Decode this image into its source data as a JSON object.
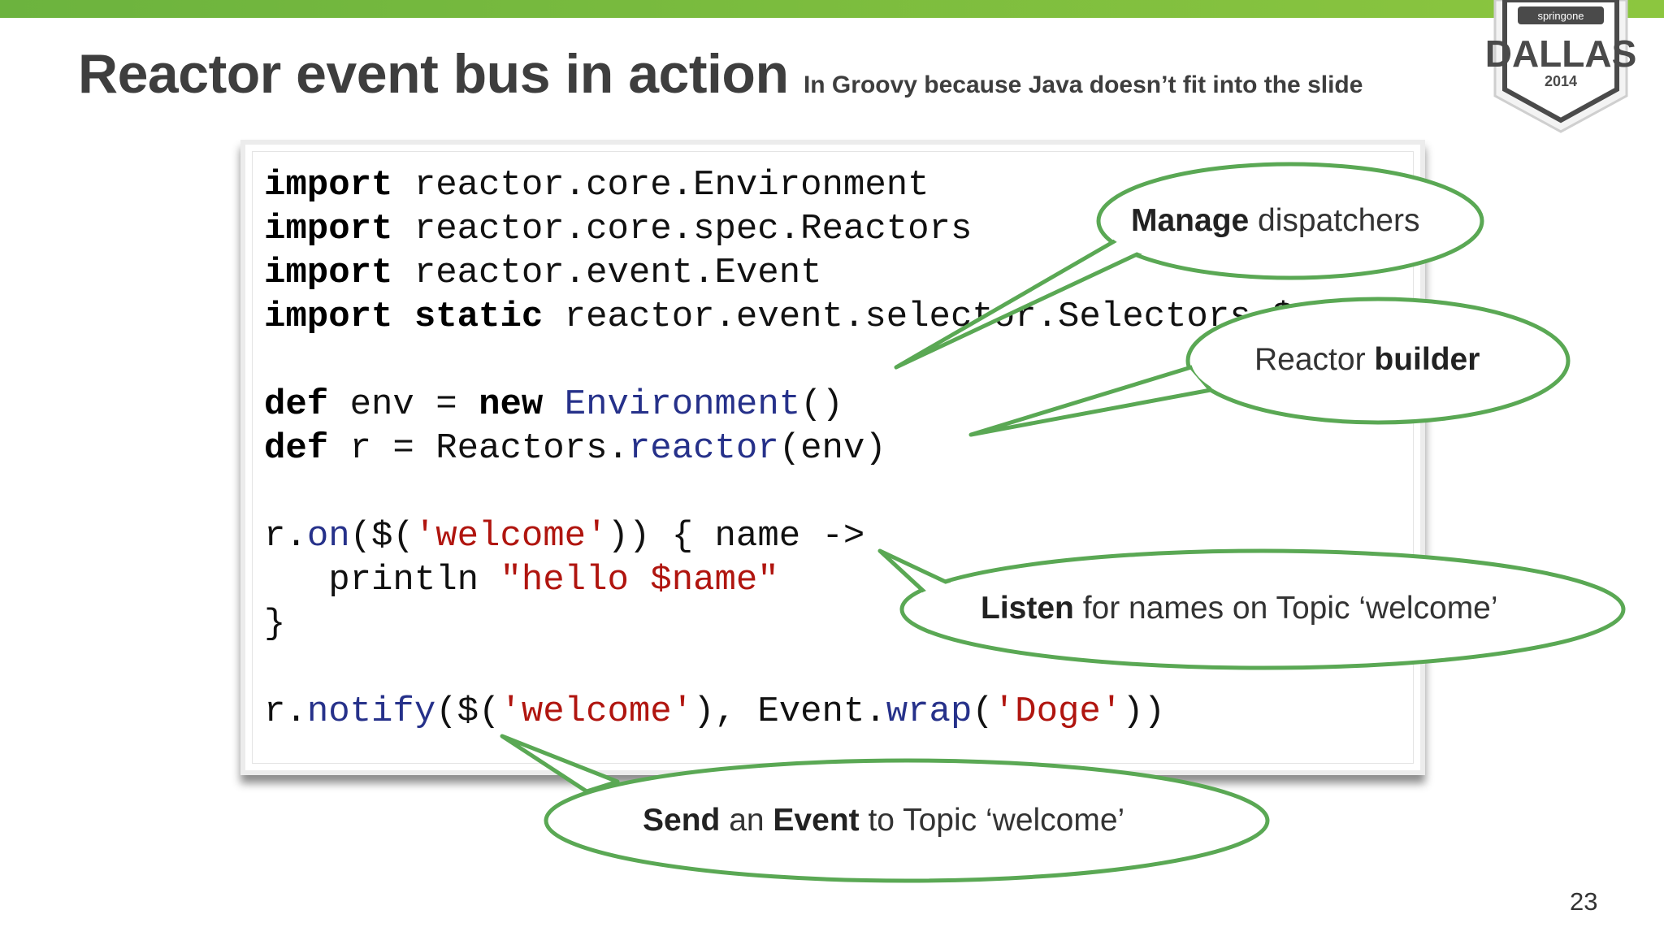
{
  "slide": {
    "title": "Reactor event bus in action",
    "subtitle": "In Groovy because Java doesn’t fit into the slide",
    "page_number": "23"
  },
  "badge": {
    "brand": "springone",
    "city": "DALLAS",
    "year": "2014"
  },
  "code": {
    "lines": [
      [
        {
          "t": "import",
          "c": "kw"
        },
        {
          "t": " reactor.core.Environment"
        }
      ],
      [
        {
          "t": "import",
          "c": "kw"
        },
        {
          "t": " reactor.core.spec.Reactors"
        }
      ],
      [
        {
          "t": "import",
          "c": "kw"
        },
        {
          "t": " reactor.event.Event"
        }
      ],
      [
        {
          "t": "import",
          "c": "kw"
        },
        {
          "t": " "
        },
        {
          "t": "static",
          "c": "kw"
        },
        {
          "t": " reactor.event.selector.Selectors.$"
        }
      ],
      [],
      [
        {
          "t": "def",
          "c": "kw"
        },
        {
          "t": " env = "
        },
        {
          "t": "new",
          "c": "kw"
        },
        {
          "t": " "
        },
        {
          "t": "Environment",
          "c": "ty"
        },
        {
          "t": "()"
        }
      ],
      [
        {
          "t": "def",
          "c": "kw"
        },
        {
          "t": " r = Reactors."
        },
        {
          "t": "reactor",
          "c": "fn"
        },
        {
          "t": "(env)"
        }
      ],
      [],
      [
        {
          "t": "r."
        },
        {
          "t": "on",
          "c": "fn"
        },
        {
          "t": "($("
        },
        {
          "t": "'welcome'",
          "c": "st"
        },
        {
          "t": ")) { name ->"
        }
      ],
      [
        {
          "t": "   println "
        },
        {
          "t": "\"hello $name\"",
          "c": "st"
        }
      ],
      [
        {
          "t": "}"
        }
      ],
      [],
      [
        {
          "t": "r."
        },
        {
          "t": "notify",
          "c": "fn"
        },
        {
          "t": "($("
        },
        {
          "t": "'welcome'",
          "c": "st"
        },
        {
          "t": "), Event."
        },
        {
          "t": "wrap",
          "c": "fn"
        },
        {
          "t": "("
        },
        {
          "t": "'Doge'",
          "c": "st"
        },
        {
          "t": "))"
        }
      ]
    ]
  },
  "callouts": {
    "manage": {
      "bold": "Manage",
      "rest": " dispatchers"
    },
    "builder": {
      "pre": "Reactor ",
      "bold": "builder"
    },
    "listen": {
      "bold": "Listen",
      "rest": " for names on Topic ‘welcome’"
    },
    "send": {
      "bold1": "Send",
      "mid": " an ",
      "bold2": "Event",
      "rest": " to Topic ‘welcome’"
    }
  },
  "colors": {
    "accent_green": "#5aa854",
    "topbar_green": "#7ab648",
    "keyword": "#000000",
    "method_blue": "#26318a",
    "string_red": "#b0150f"
  }
}
